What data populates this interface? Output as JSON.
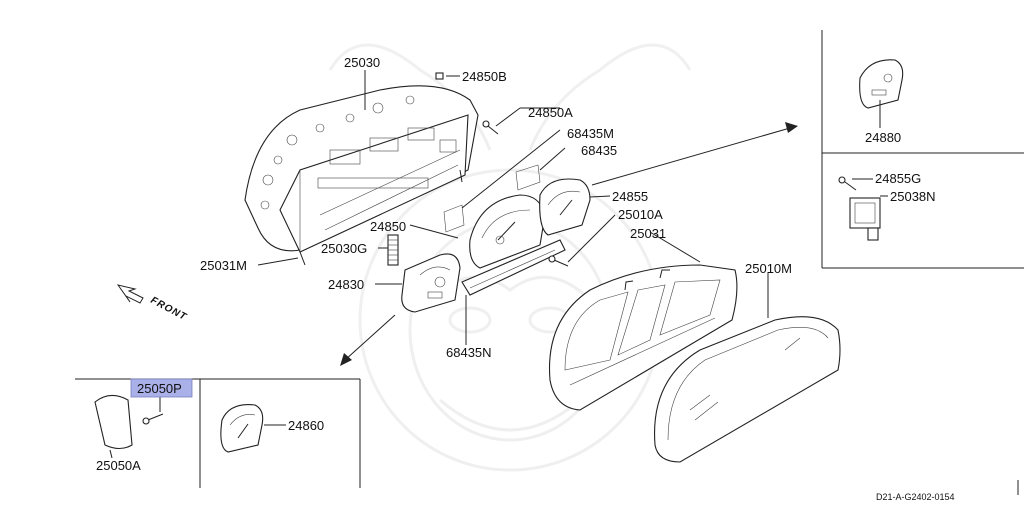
{
  "part_labels": {
    "p25030": "25030",
    "p24850B": "24850B",
    "p24850A": "24850A",
    "p68435M": "68435M",
    "p68435": "68435",
    "p24855": "24855",
    "p25010A": "25010A",
    "p25031": "25031",
    "p24850": "24850",
    "p25030G": "25030G",
    "p25031M": "25031M",
    "p24830": "24830",
    "p68435N": "68435N",
    "p25010M": "25010M",
    "p24880": "24880",
    "p24855G": "24855G",
    "p25038N": "25038N",
    "p25050P": "25050P",
    "p25050A": "25050A",
    "p24860": "24860"
  },
  "front_label": "FRONT",
  "diagram_ref": "D21-A-G2402-0154",
  "colors": {
    "highlight": "#aab0e8",
    "line": "#222222"
  }
}
